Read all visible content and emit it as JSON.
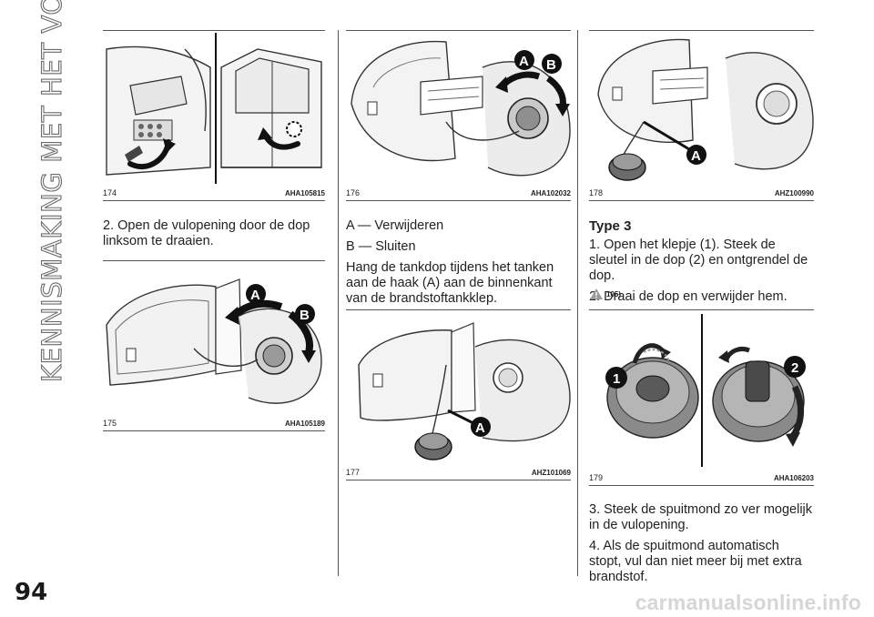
{
  "section_title": "KENNISMAKING MET HET VOERTUIG",
  "page_number": "94",
  "watermark": "carmanualsonline.info",
  "figures": {
    "f174": {
      "number": "174",
      "code": "AHA105815"
    },
    "f175": {
      "number": "175",
      "code": "AHA105189",
      "label_a": "A",
      "label_b": "B"
    },
    "f176": {
      "number": "176",
      "code": "AHA102032",
      "label_a": "A",
      "label_b": "B"
    },
    "f177": {
      "number": "177",
      "code": "AHZ101069",
      "label_a": "A"
    },
    "f178": {
      "number": "178",
      "code": "AHZ100990",
      "label_a": "A"
    },
    "f179": {
      "number": "179",
      "code": "AHA106203",
      "label_1": "1",
      "label_2": "2"
    }
  },
  "col1": {
    "step2": "2. Open de vulopening door de dop linksom te draaien."
  },
  "col2": {
    "line_a": "A — Verwijderen",
    "line_b": "B — Sluiten",
    "paragraph": "Hang de tankdop tijdens het tanken aan de haak (A) aan de binnenkant van de brandstoftankklep."
  },
  "col3": {
    "heading": "Type 3",
    "step1": "1. Open het klepje (1). Steek de sleutel in de dop (2) en ontgrendel de dop.",
    "step2": "2. Draai de dop en verwijder hem.",
    "warning_ref": "105)",
    "step3": "3. Steek de spuitmond zo ver mogelijk in de vulopening.",
    "step4": "4. Als de spuitmond automatisch stopt, vul dan niet meer bij met extra brandstof."
  }
}
